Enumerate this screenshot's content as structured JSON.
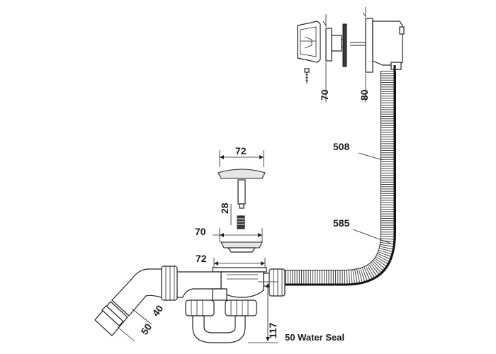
{
  "dimensions": {
    "overflow_plate_depth": "70",
    "overflow_body_depth": "80",
    "cable_upper": "508",
    "cable_lower": "585",
    "plug_diameter": "72",
    "plug_stem_length": "28",
    "grid_diameter": "70",
    "waste_body_diameter": "72",
    "outlet_inner": "40",
    "outlet_outer": "50",
    "trap_height": "117"
  },
  "caption": "50  Water Seal",
  "colors": {
    "line": "#222222",
    "fill": "#e6e6e6",
    "cable": "#3a3a3a"
  }
}
